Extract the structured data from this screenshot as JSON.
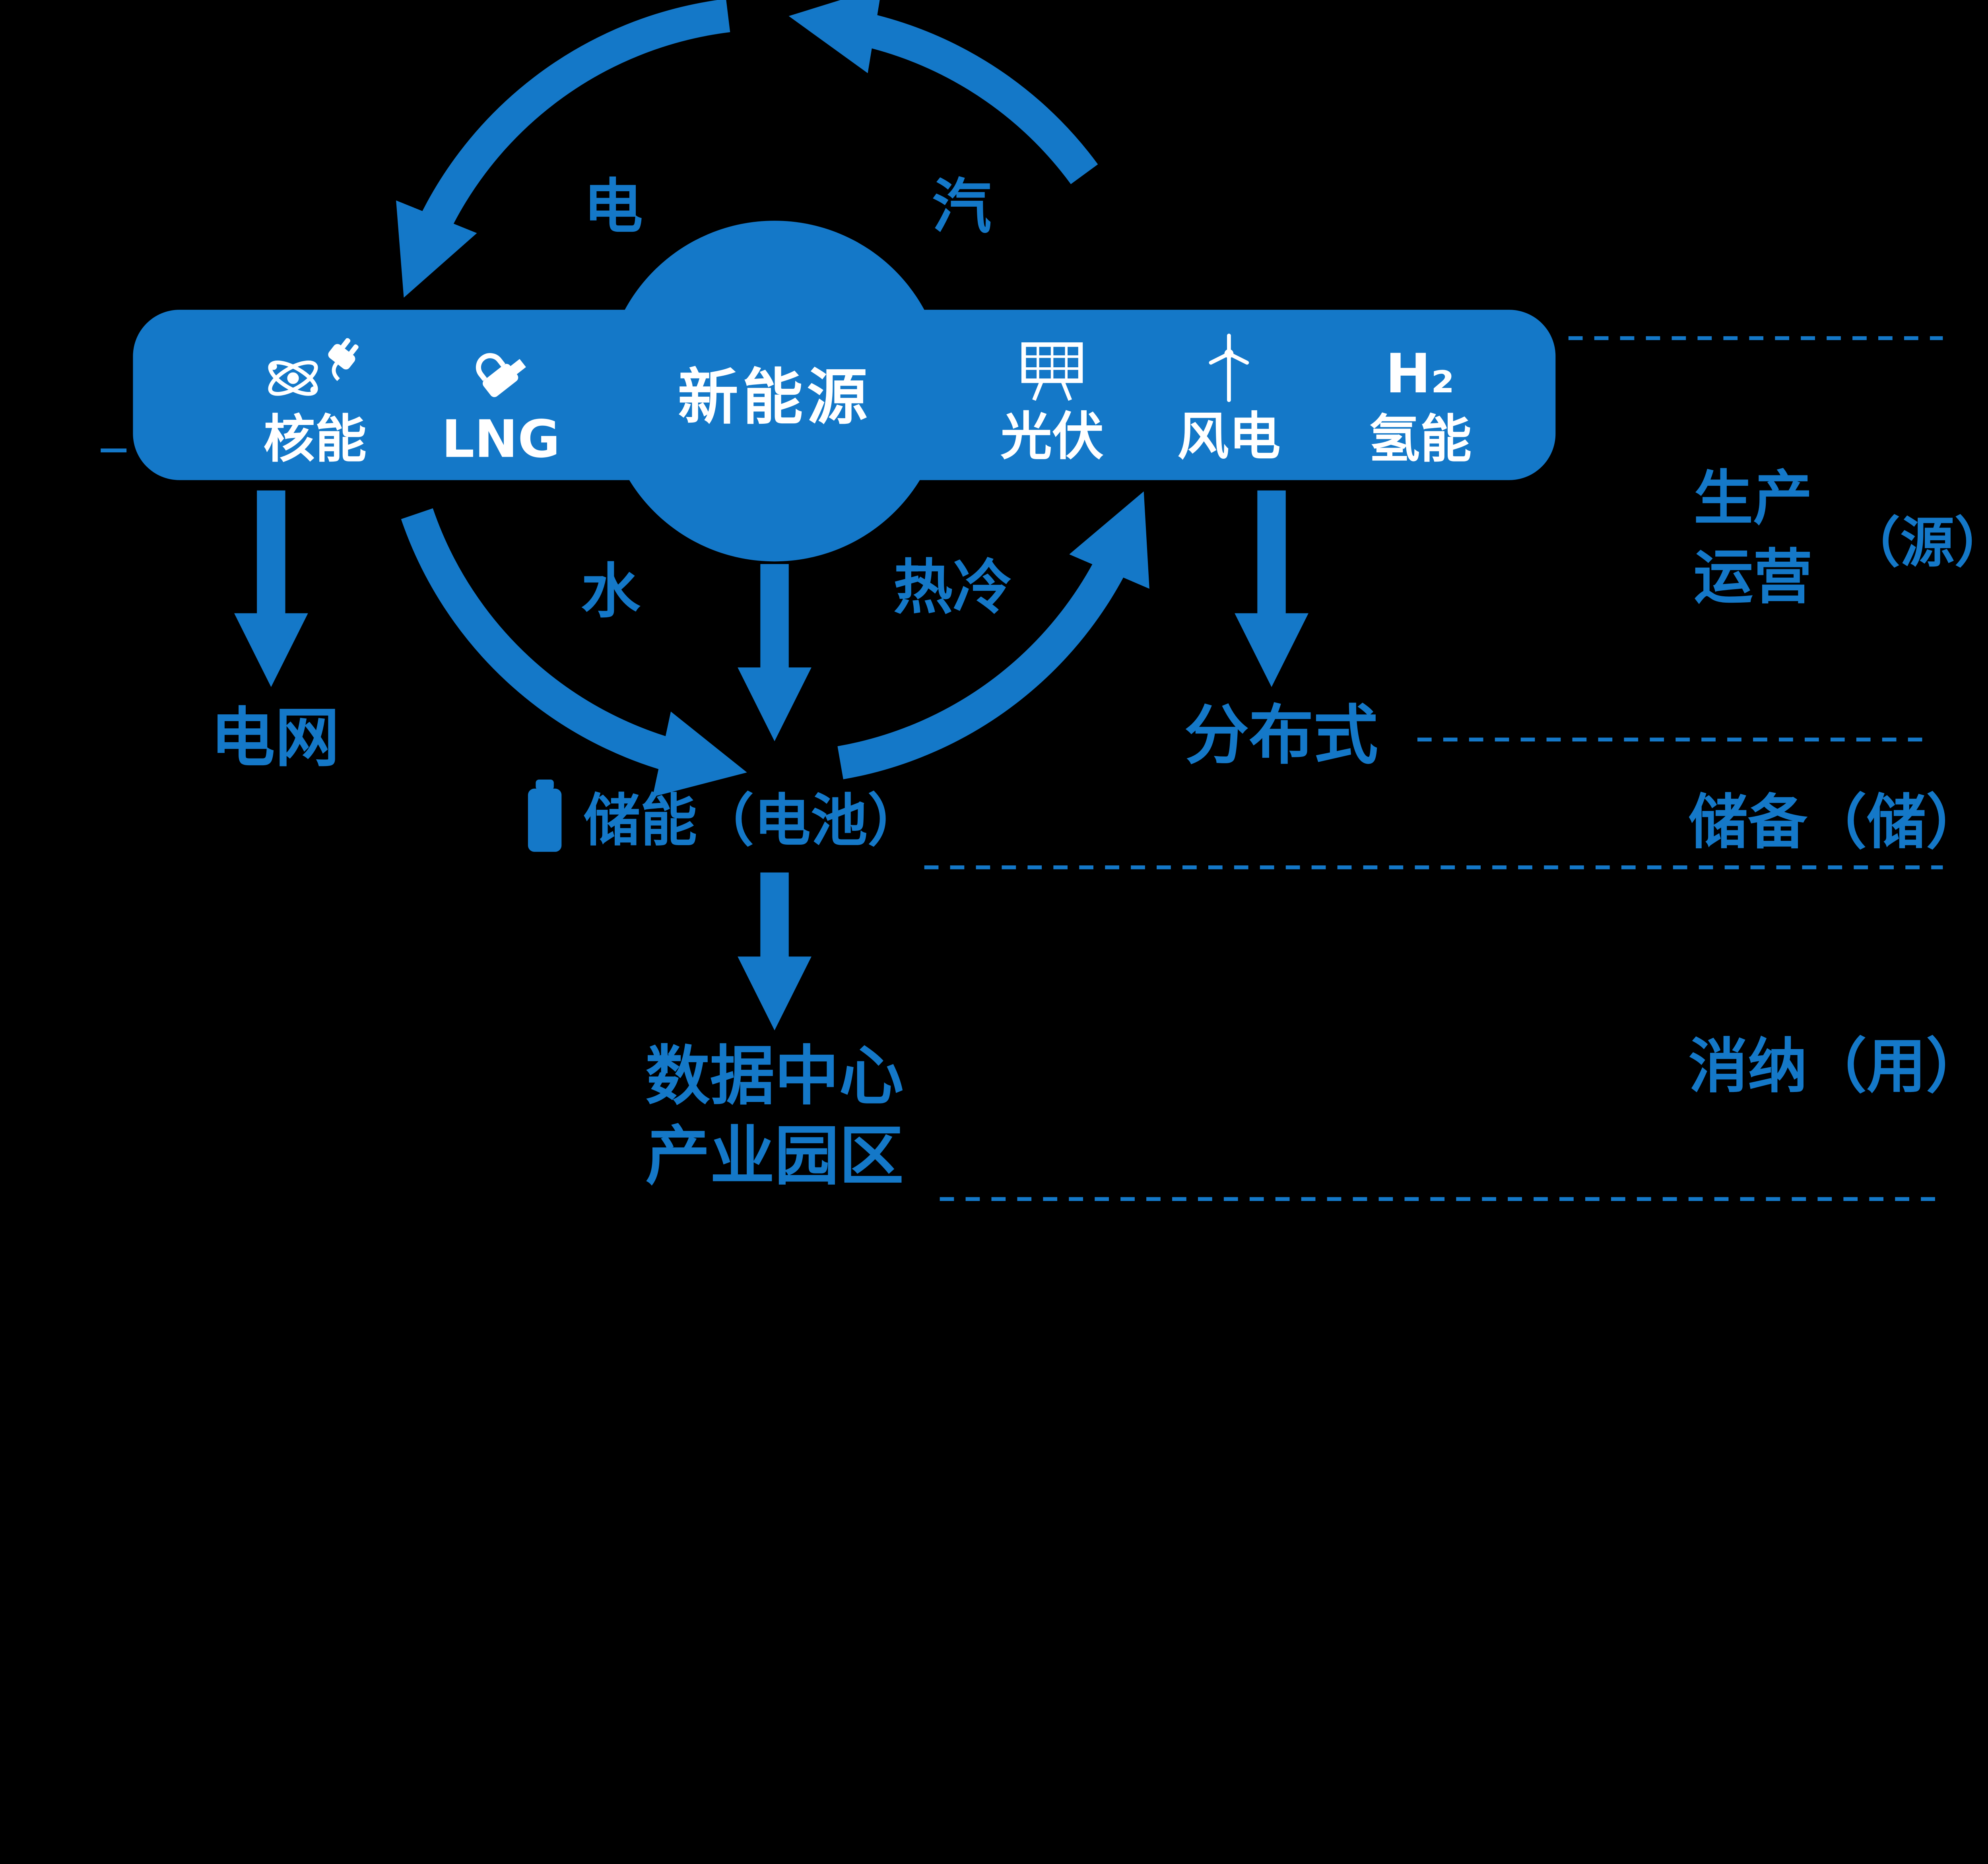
{
  "colors": {
    "background": "#000000",
    "accent": "#1478c8",
    "text_on_accent": "#ffffff"
  },
  "center_node": {
    "label": "新能源"
  },
  "cycle_labels": {
    "electricity": "电",
    "steam": "汽",
    "water": "水",
    "heat_cold": "热冷"
  },
  "band": {
    "items": [
      {
        "id": "nuclear",
        "label": "核能",
        "icon": "atom-plug-icon"
      },
      {
        "id": "lng",
        "label": "LNG",
        "icon": "fuel-nozzle-icon"
      },
      {
        "id": "solar",
        "label": "光伏",
        "icon": "solar-panel-icon"
      },
      {
        "id": "wind",
        "label": "风电",
        "icon": "wind-turbine-icon"
      },
      {
        "id": "hydrogen",
        "label": "氢能",
        "symbol": "H₂",
        "icon": "h2-symbol"
      }
    ]
  },
  "nodes": {
    "grid": "电网",
    "distributed": "分布式",
    "storage": "储能（电池）",
    "datacenter_line1": "数据中心",
    "datacenter_line2": "产业园区"
  },
  "stage_labels": {
    "production_line1": "生产",
    "production_line2": "运营",
    "production_tag": "（源）",
    "reserve": "储备（储）",
    "consumption": "消纳（用）"
  }
}
